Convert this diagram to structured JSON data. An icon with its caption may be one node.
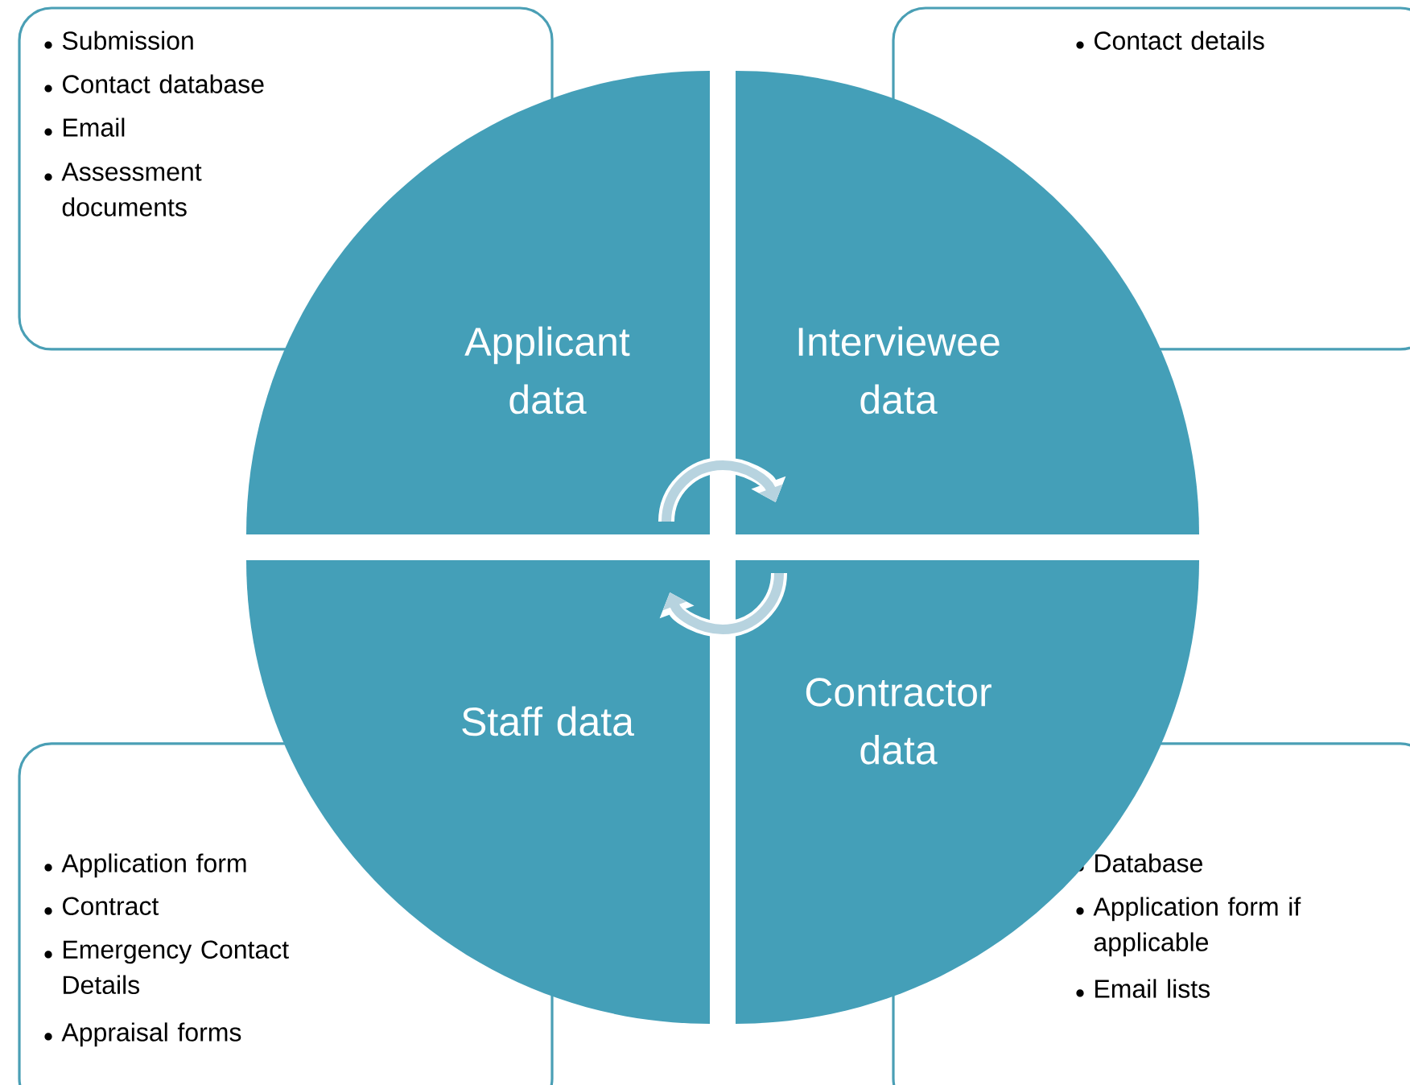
{
  "diagram": {
    "nodes": [
      {
        "text": [
          "Submission",
          "Contact database",
          "Email",
          "Assessment documents"
        ]
      },
      {
        "text": [
          "Contact details"
        ]
      },
      {
        "text": [
          "Applicant data"
        ]
      },
      {
        "text": [
          "Interviewee data"
        ]
      },
      {
        "text": [
          "Staff data"
        ]
      },
      {
        "text": [
          "Contractor data"
        ]
      },
      {
        "text": [
          "Application form",
          "Contract",
          "Emergency Contact Details",
          "Appraisal forms"
        ]
      },
      {
        "text": [
          "Database",
          "Application form if applicable",
          "Email lists"
        ]
      }
    ],
    "edges": [
      {
        "from": 2,
        "to": 3,
        "arrow": "to"
      },
      {
        "from": 5,
        "to": 4,
        "arrow": "to"
      }
    ]
  }
}
